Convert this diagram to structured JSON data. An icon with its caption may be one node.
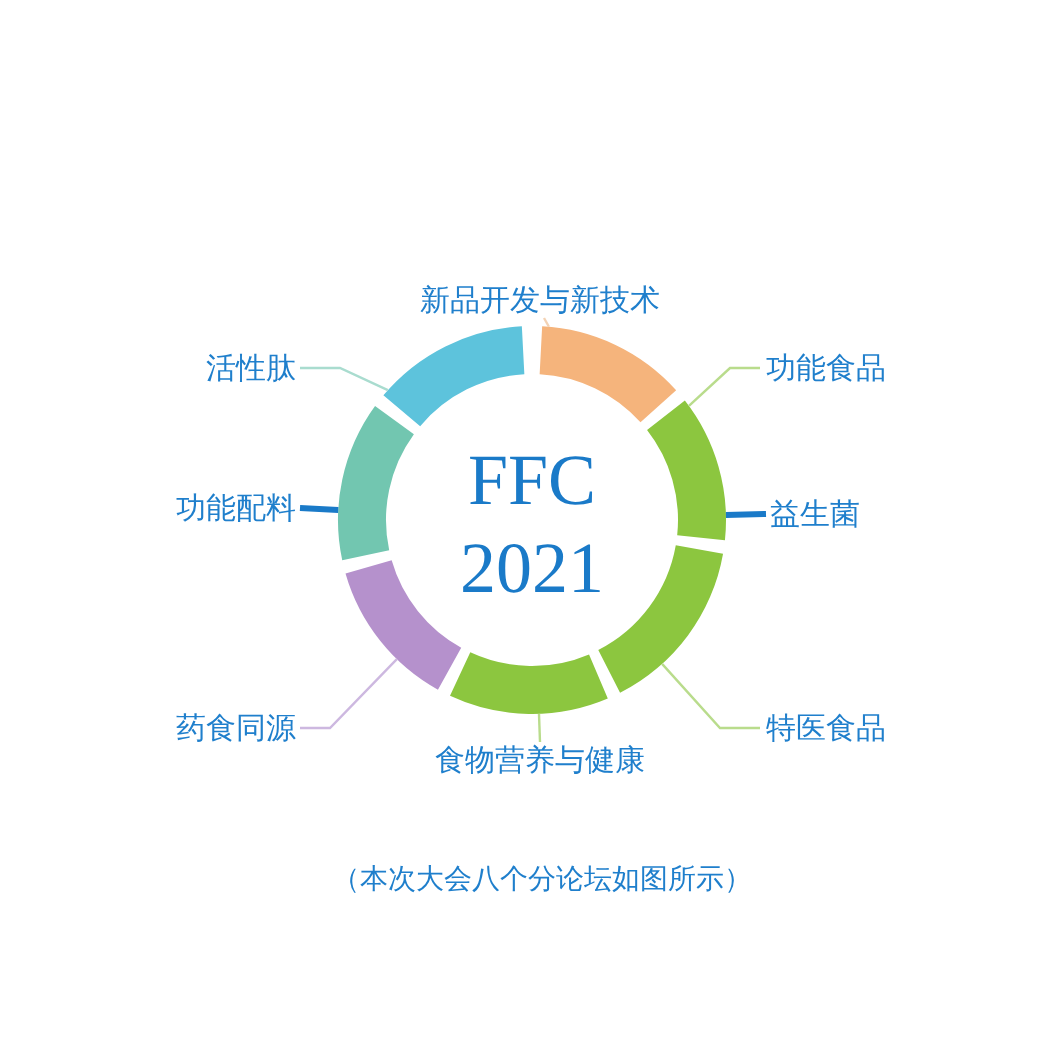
{
  "diagram": {
    "caption": "（本次大会八个分论坛如图所示）",
    "nodes": [
      {
        "text": [],
        "shape": "arc"
      },
      {
        "text": [],
        "shape": "arc"
      },
      {
        "text": [],
        "shape": "arc"
      },
      {
        "text": [],
        "shape": "arc"
      },
      {
        "text": [],
        "shape": "arc"
      },
      {
        "text": [],
        "shape": "arc"
      },
      {
        "text": [],
        "shape": "arc"
      },
      {
        "text": [
          "新品开发与新技术"
        ]
      },
      {
        "text": [
          "活性肽"
        ]
      },
      {
        "text": [
          "功能食品"
        ]
      },
      {
        "text": [
          "功能配料"
        ]
      },
      {
        "text": [
          "益生菌"
        ]
      },
      {
        "text": [
          "药食同源"
        ]
      },
      {
        "text": [
          "特医食品"
        ]
      },
      {
        "text": [
          "食物营养与健康"
        ]
      }
    ],
    "edges": [
      {
        "from": 7,
        "to": 1,
        "arrow": "none",
        "color": "#f3d2b4"
      },
      {
        "from": 8,
        "to": 0,
        "arrow": "none",
        "color": "#a9dccf"
      },
      {
        "from": 9,
        "to": 2,
        "arrow": "none",
        "color": "#b9dc8c"
      },
      {
        "from": 10,
        "to": 6,
        "arrow": "none",
        "style": "thick",
        "color": "#1a7ac8"
      },
      {
        "from": 11,
        "to": 2,
        "arrow": "none",
        "style": "thick",
        "color": "#1a7ac8"
      },
      {
        "from": 12,
        "to": 5,
        "arrow": "none",
        "color": "#cdb8e0"
      },
      {
        "from": 13,
        "to": 3,
        "arrow": "none",
        "color": "#b9dc8c"
      },
      {
        "from": 14,
        "to": 4,
        "arrow": "none",
        "color": "#b9dc8c"
      }
    ],
    "labels": [
      "FFC 2021"
    ]
  }
}
